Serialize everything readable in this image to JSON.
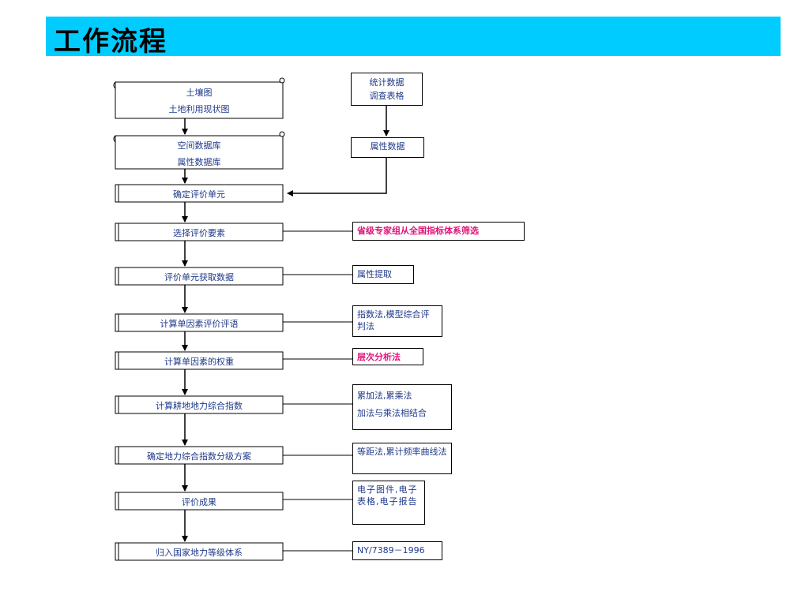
{
  "title": "工作流程",
  "main_steps": [
    {
      "lines": [
        "土壤图",
        "土地利用现状图"
      ]
    },
    {
      "lines": [
        "空间数据库",
        "属性数据库"
      ]
    },
    {
      "lines": [
        "确定评价单元"
      ]
    },
    {
      "lines": [
        "选择评价要素"
      ]
    },
    {
      "lines": [
        "评价单元获取数据"
      ]
    },
    {
      "lines": [
        "计算单因素评价评语"
      ]
    },
    {
      "lines": [
        "计算单因素的权重"
      ]
    },
    {
      "lines": [
        "计算耕地地力综合指数"
      ]
    },
    {
      "lines": [
        "确定地力综合指数分级方案"
      ]
    },
    {
      "lines": [
        "评价成果"
      ]
    },
    {
      "lines": [
        "归入国家地力等级体系"
      ]
    }
  ],
  "side_top": {
    "stats_lines": [
      "统计数据",
      "调查表格"
    ],
    "attr": "属性数据"
  },
  "side_notes": [
    {
      "text": "省级专家组从全国指标体系筛选",
      "highlight": true
    },
    {
      "text": "属性提取"
    },
    {
      "text": "指数法,模型综合评判法"
    },
    {
      "text": "层次分析法",
      "highlight": true
    },
    {
      "lines": [
        "累加法,累乘法",
        "加法与乘法相结合"
      ]
    },
    {
      "text": "等距法,累计频率曲线法"
    },
    {
      "text": "电子图件,电子表格,电子报告"
    },
    {
      "text": "NY/7389－1996"
    }
  ]
}
